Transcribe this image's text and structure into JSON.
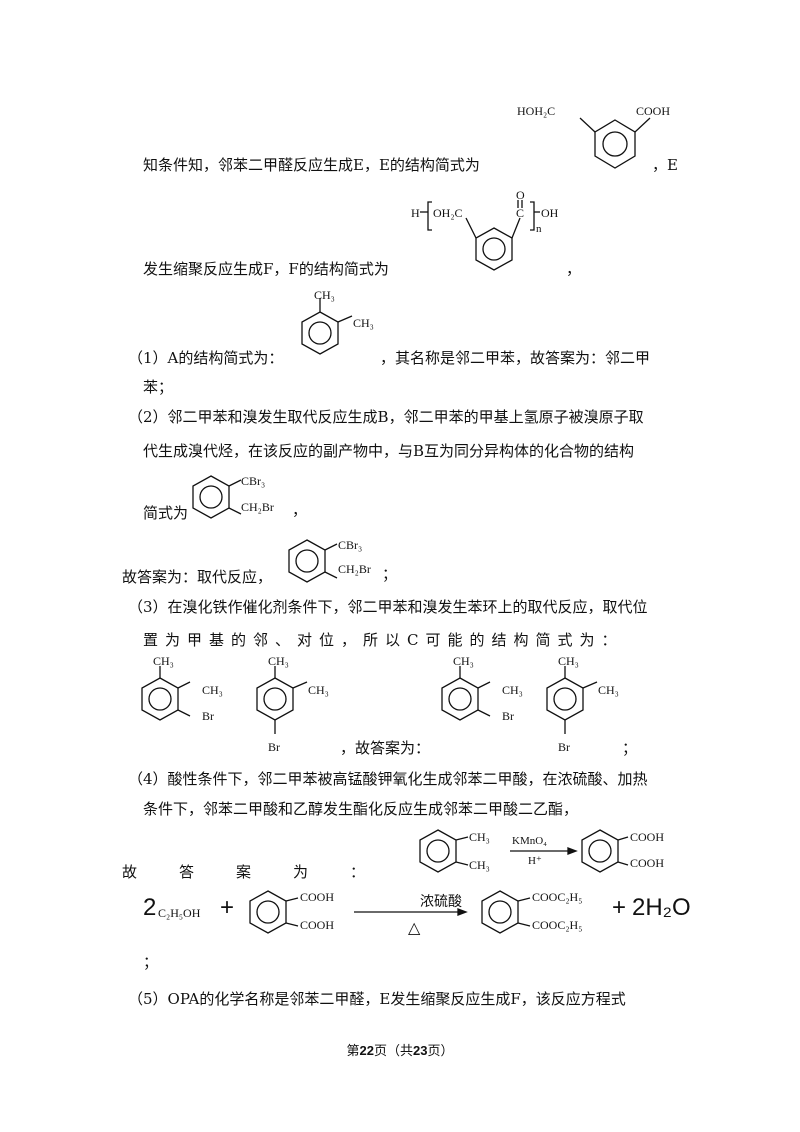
{
  "line1": "知条件知，邻苯二甲醛反应生成E，E的结构简式为",
  "line1_tail": "，E",
  "line2": "发生缩聚反应生成F，F的结构简式为",
  "line2_tail": "，",
  "q1_a": "（1）A的结构简式为：",
  "q1_b": "，其名称是邻二甲苯，故答案为：邻二甲",
  "q1_c": "苯；",
  "q2_a": "（2）邻二甲苯和溴发生取代反应生成B，邻二甲苯的甲基上氢原子被溴原子取",
  "q2_b": "代生成溴代烃，在该反应的副产物中，与B互为同分异构体的化合物的结构",
  "q2_c": "简式为",
  "q2_c_tail": "，",
  "q2_d": "故答案为：取代反应，",
  "q2_d_tail": "；",
  "q3_a": "（3）在溴化铁作催化剂条件下，邻二甲苯和溴发生苯环上的取代反应，取代位",
  "q3_b": "置为甲基的邻、对位，所以C可能的结构简式为：",
  "q3_c": "，故答案为：",
  "q3_c_tail": "；",
  "q4_a": "（4）酸性条件下，邻二甲苯被高锰酸钾氧化生成邻苯二甲酸，在浓硫酸、加热",
  "q4_b": "条件下，邻苯二甲酸和乙醇发生酯化反应生成邻苯二甲酸二乙酯，",
  "q4_c": "故答案为：",
  "q4_semicolon": "；",
  "q5": "（5）OPA的化学名称是邻苯二甲醛，E发生缩聚反应生成F，该反应方程式",
  "chem": {
    "hoh2c": "HOH₂C",
    "cooh": "COOH",
    "h": "H",
    "o_top": "O",
    "oh2c": "OH₂C",
    "c": "C",
    "oh": "OH",
    "n": "n",
    "ch3": "CH₃",
    "cbr3": "CBr₃",
    "ch2br": "CH₂Br",
    "br": "Br",
    "kmno4": "KMnO₄",
    "hplus": "H⁺",
    "coo_c2h5": "COOC₂H₅",
    "c2h5oh": "C₂H₅OH",
    "coef2": "2",
    "plus": "+",
    "conc_h2so4": "浓硫酸",
    "delta": "△",
    "water": "2H₂O"
  },
  "footer": {
    "pre": "第",
    "page": "22",
    "mid": "页（共",
    "total": "23",
    "post": "页）"
  }
}
